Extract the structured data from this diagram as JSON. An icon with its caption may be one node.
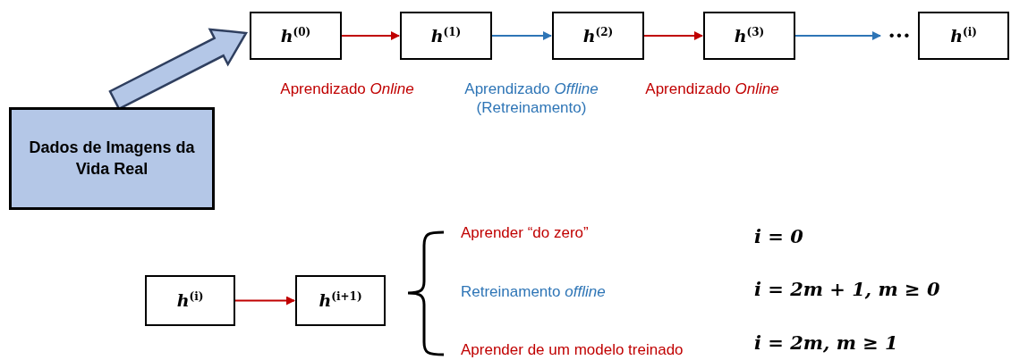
{
  "diagram": {
    "nodes": [
      {
        "text": [
          "Dados de Imagens da Vida Real"
        ]
      },
      {
        "text": [
          "h$^{(0)}$"
        ]
      },
      {
        "text": [
          "h$^{(1)}$"
        ]
      },
      {
        "text": [
          "h$^{(2)}$"
        ]
      },
      {
        "text": [
          "h$^{(3)}$"
        ]
      },
      {
        "text": [
          "···"
        ]
      },
      {
        "text": [
          "h$^{(i)}$"
        ]
      },
      {
        "text": [
          "h$^{(i)}$"
        ]
      },
      {
        "text": [
          "h$^{(i+1)}$"
        ]
      }
    ],
    "edges": [
      {
        "from": 0,
        "to": 1,
        "arrow": "to",
        "style": "thick",
        "color": "#b4c7e7"
      },
      {
        "from": 1,
        "to": 2,
        "arrow": "to",
        "color": "#c00000"
      },
      {
        "from": 2,
        "to": 3,
        "arrow": "to",
        "color": "#2e75b6"
      },
      {
        "from": 3,
        "to": 4,
        "arrow": "to",
        "color": "#c00000"
      },
      {
        "from": 4,
        "to": 5,
        "arrow": "to",
        "color": "#2e75b6"
      },
      {
        "from": 7,
        "to": 8,
        "arrow": "to",
        "color": "#c00000"
      }
    ],
    "labels": [
      "Aprendizado *Online*",
      "Aprendizado *Offline* (Retreinamento)",
      "Aprendizado *Online*",
      "Aprender “do zero”",
      "i = 0",
      "Retreinamento *offline*",
      "i = 2m + 1, m ≥ 0",
      "Aprender de um modelo treinado",
      "i = 2m, m ≥ 1"
    ]
  }
}
